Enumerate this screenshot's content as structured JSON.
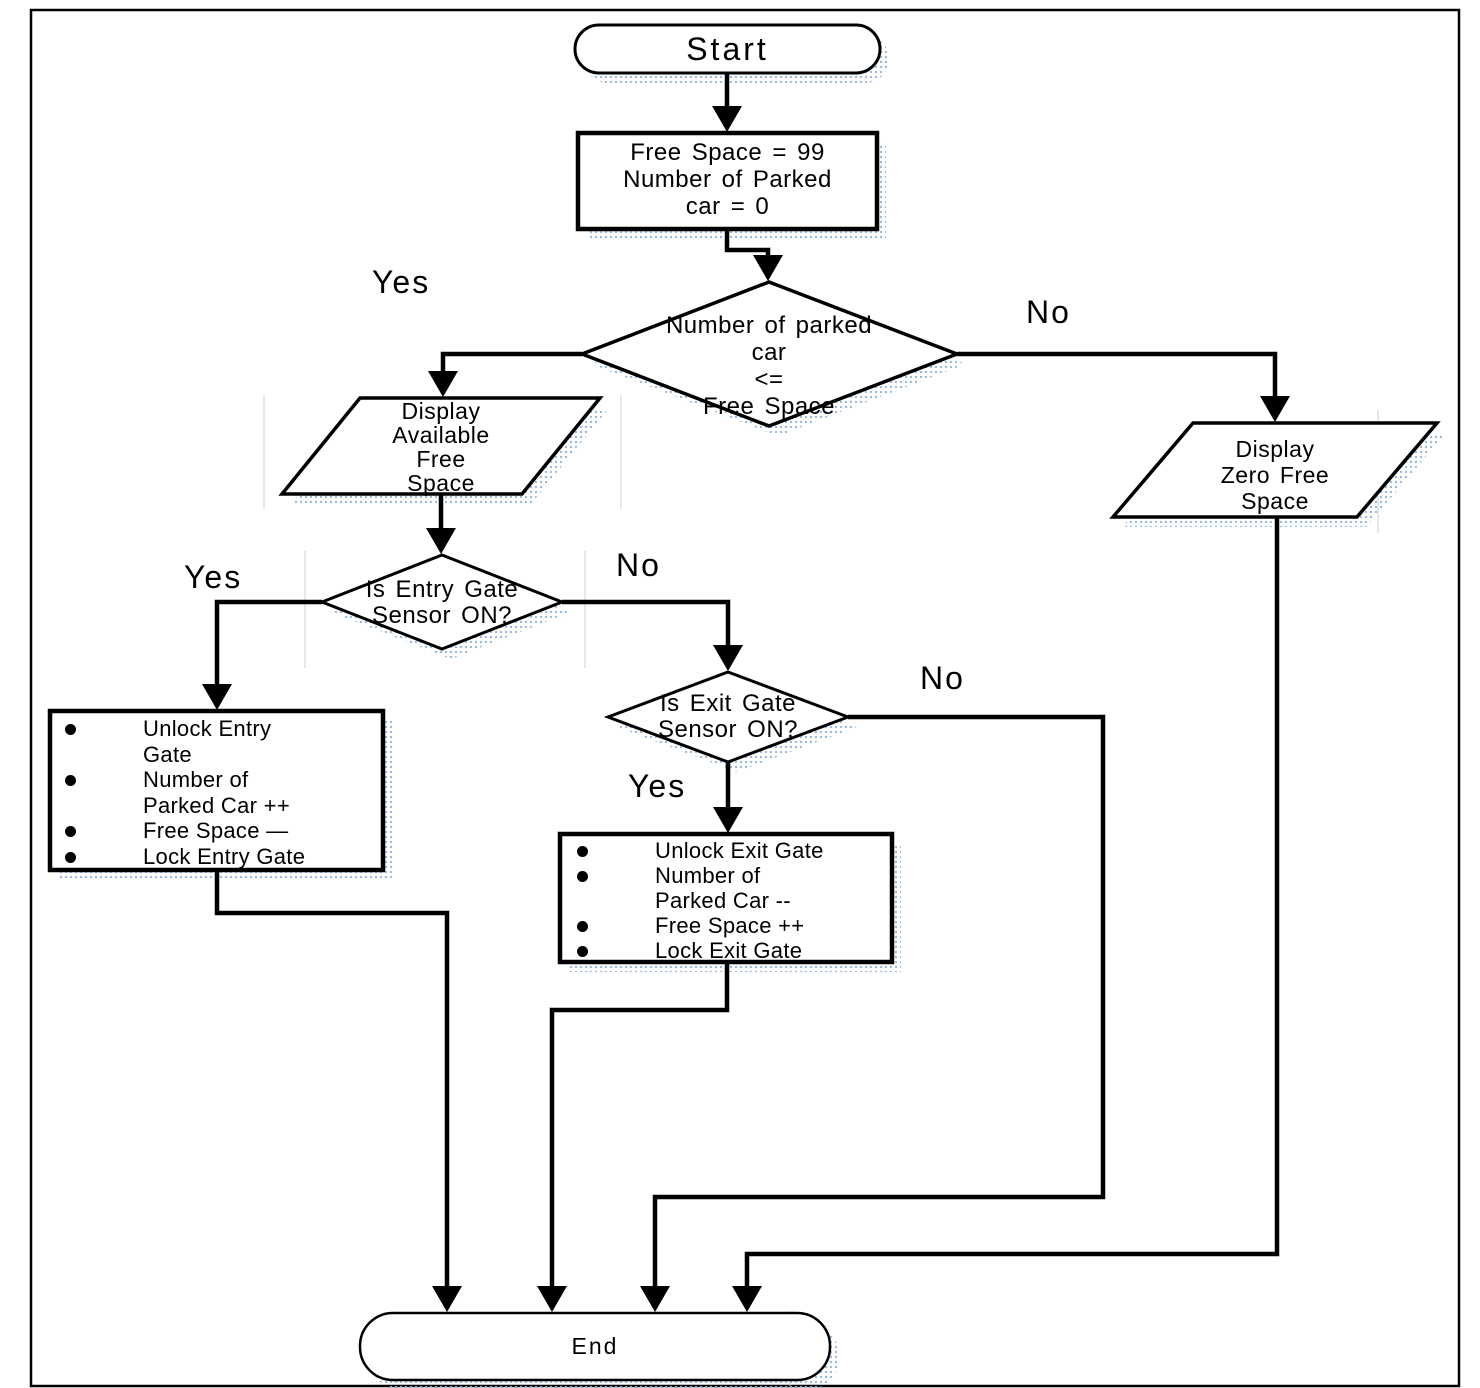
{
  "nodes": {
    "start": {
      "shape": "terminator",
      "label": "Start"
    },
    "init": {
      "shape": "process",
      "lines": [
        "Free Space = 99",
        "Number of Parked",
        "car = 0"
      ]
    },
    "capacity_check": {
      "shape": "decision",
      "lines": [
        "Number of parked",
        "car",
        "<=",
        "Free Space"
      ]
    },
    "display_available": {
      "shape": "input-output",
      "lines": [
        "Display",
        "Available",
        "Free",
        "Space"
      ]
    },
    "entry_check": {
      "shape": "decision",
      "lines": [
        "Is Entry Gate",
        "Sensor ON?"
      ]
    },
    "entry_actions": {
      "shape": "process-bullets",
      "items": [
        "Unlock Entry\nGate",
        "Number of\nParked Car ++",
        "Free Space —",
        "Lock Entry Gate"
      ]
    },
    "exit_check": {
      "shape": "decision",
      "lines": [
        "Is Exit Gate",
        "Sensor ON?"
      ]
    },
    "exit_actions": {
      "shape": "process-bullets",
      "items": [
        "Unlock Exit Gate",
        "Number of\nParked Car --",
        "Free Space ++",
        "Lock Exit Gate"
      ]
    },
    "display_zero": {
      "shape": "input-output",
      "lines": [
        "Display",
        "Zero Free",
        "Space"
      ]
    },
    "end": {
      "shape": "terminator",
      "label": "End"
    }
  },
  "edge_labels": {
    "capacity_yes": "Yes",
    "capacity_no": "No",
    "entry_yes": "Yes",
    "entry_no": "No",
    "exit_no": "No",
    "exit_yes": "Yes"
  },
  "colors": {
    "line": "#000000",
    "shape_fill": "#ffffff",
    "shadow_dots": "#93b5da",
    "frame": "#000000"
  }
}
